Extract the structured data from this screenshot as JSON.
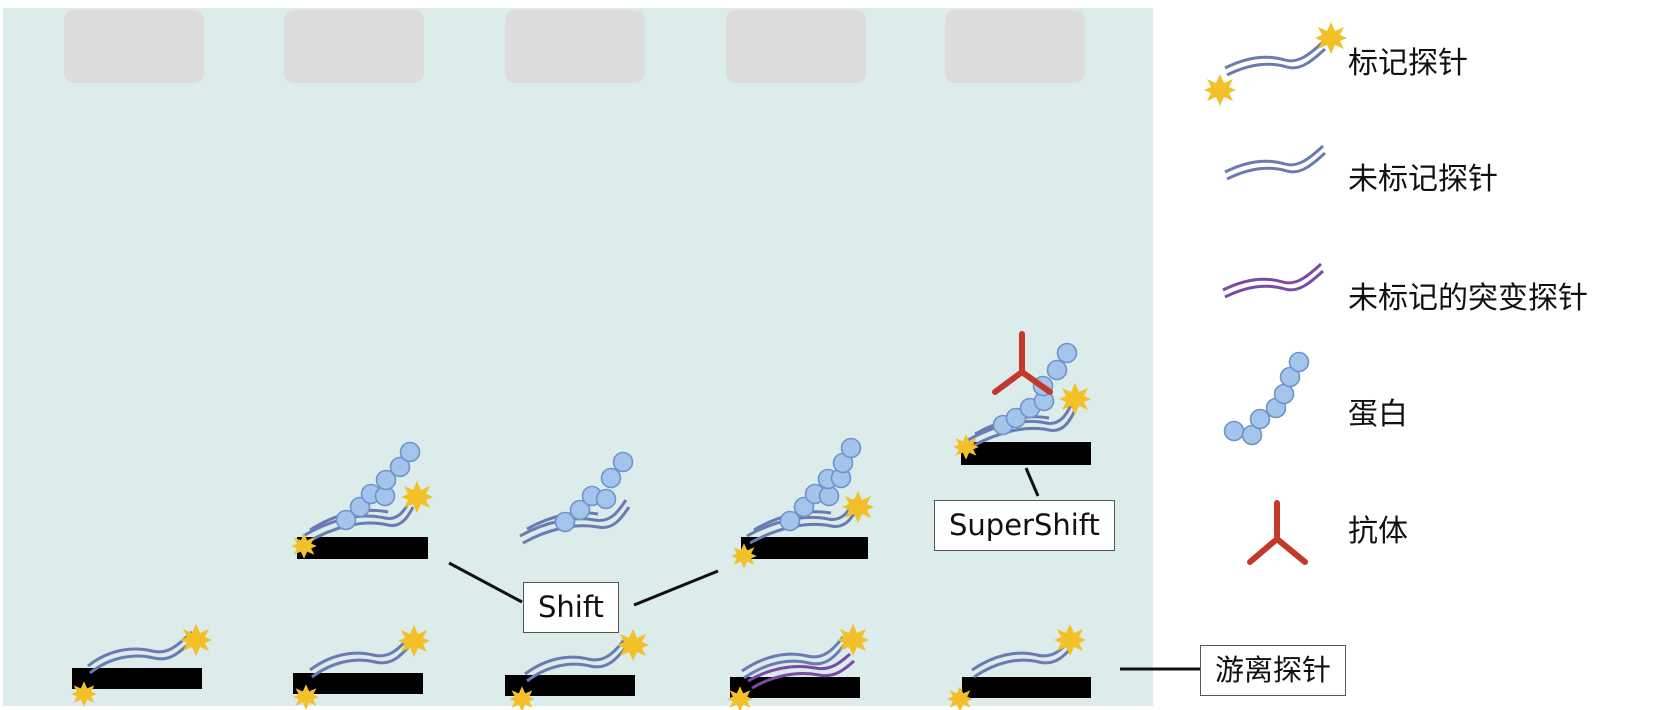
{
  "colors": {
    "gel": "#dcecea",
    "well": "#dcdcdc",
    "band": "#000000",
    "probe": "#6a7bb4",
    "mutant_probe": "#7b4aa6",
    "protein_fill": "#a3c4eb",
    "protein_stroke": "#6f93c9",
    "label_star": "#f2c12a",
    "antibody": "#c0392b"
  },
  "lanes": [
    {
      "lane": 1,
      "bands": [
        "free_probe"
      ]
    },
    {
      "lane": 2,
      "bands": [
        "shift",
        "free_probe"
      ]
    },
    {
      "lane": 3,
      "bands": [
        "unlabeled_complex",
        "free_probe"
      ]
    },
    {
      "lane": 4,
      "bands": [
        "shift",
        "free_probe_with_mutant"
      ]
    },
    {
      "lane": 5,
      "bands": [
        "supershift",
        "free_probe"
      ]
    }
  ],
  "callouts": {
    "shift": "Shift",
    "supershift": "SuperShift",
    "free_probe": "游离探针"
  },
  "legend": [
    {
      "key": "labeled_probe",
      "icon": "labeled-probe-icon",
      "label": "标记探针"
    },
    {
      "key": "unlabeled_probe",
      "icon": "unlabeled-probe-icon",
      "label": "未标记探针"
    },
    {
      "key": "mutant_probe",
      "icon": "mutant-probe-icon",
      "label": "未标记的突变探针"
    },
    {
      "key": "protein",
      "icon": "protein-icon",
      "label": "蛋白"
    },
    {
      "key": "antibody",
      "icon": "antibody-icon",
      "label": "抗体"
    }
  ]
}
